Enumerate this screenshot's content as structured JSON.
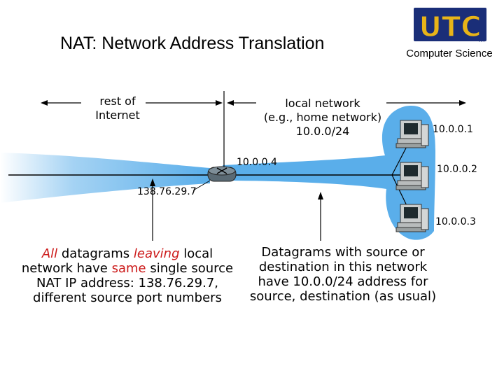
{
  "title": "NAT: Network Address Translation",
  "logo": {
    "text": "UTC",
    "tm": "TM",
    "dept": "Computer Science"
  },
  "labels": {
    "rest_line1": "rest of",
    "rest_line2": "Internet",
    "local_line1": "local network",
    "local_line2": "(e.g., home network)",
    "local_line3": "10.0.0/24"
  },
  "ips": {
    "router_inside": "10.0.0.4",
    "router_outside": "138.76.29.7",
    "host1": "10.0.0.1",
    "host2": "10.0.0.2",
    "host3": "10.0.0.3"
  },
  "captions": {
    "left": {
      "all": "All",
      "p1": " datagrams ",
      "leaving": "leaving",
      "p2": " local",
      "line2a": "network have ",
      "same": "same",
      "line2b": " single source",
      "line3": "NAT IP address: 138.76.29.7,",
      "line4": "different source port numbers"
    },
    "right": {
      "line1": "Datagrams with source or",
      "line2": "destination in this network",
      "line3": "have 10.0.0/24 address for",
      "line4": "source, destination (as usual)"
    }
  },
  "colors": {
    "network_blue": "#5aaeea",
    "logo_gold": "#e8b418",
    "logo_blue": "#1a2e78",
    "highlight_red": "#cc1a1a"
  },
  "icons": [
    "router-icon",
    "computer-icon"
  ]
}
